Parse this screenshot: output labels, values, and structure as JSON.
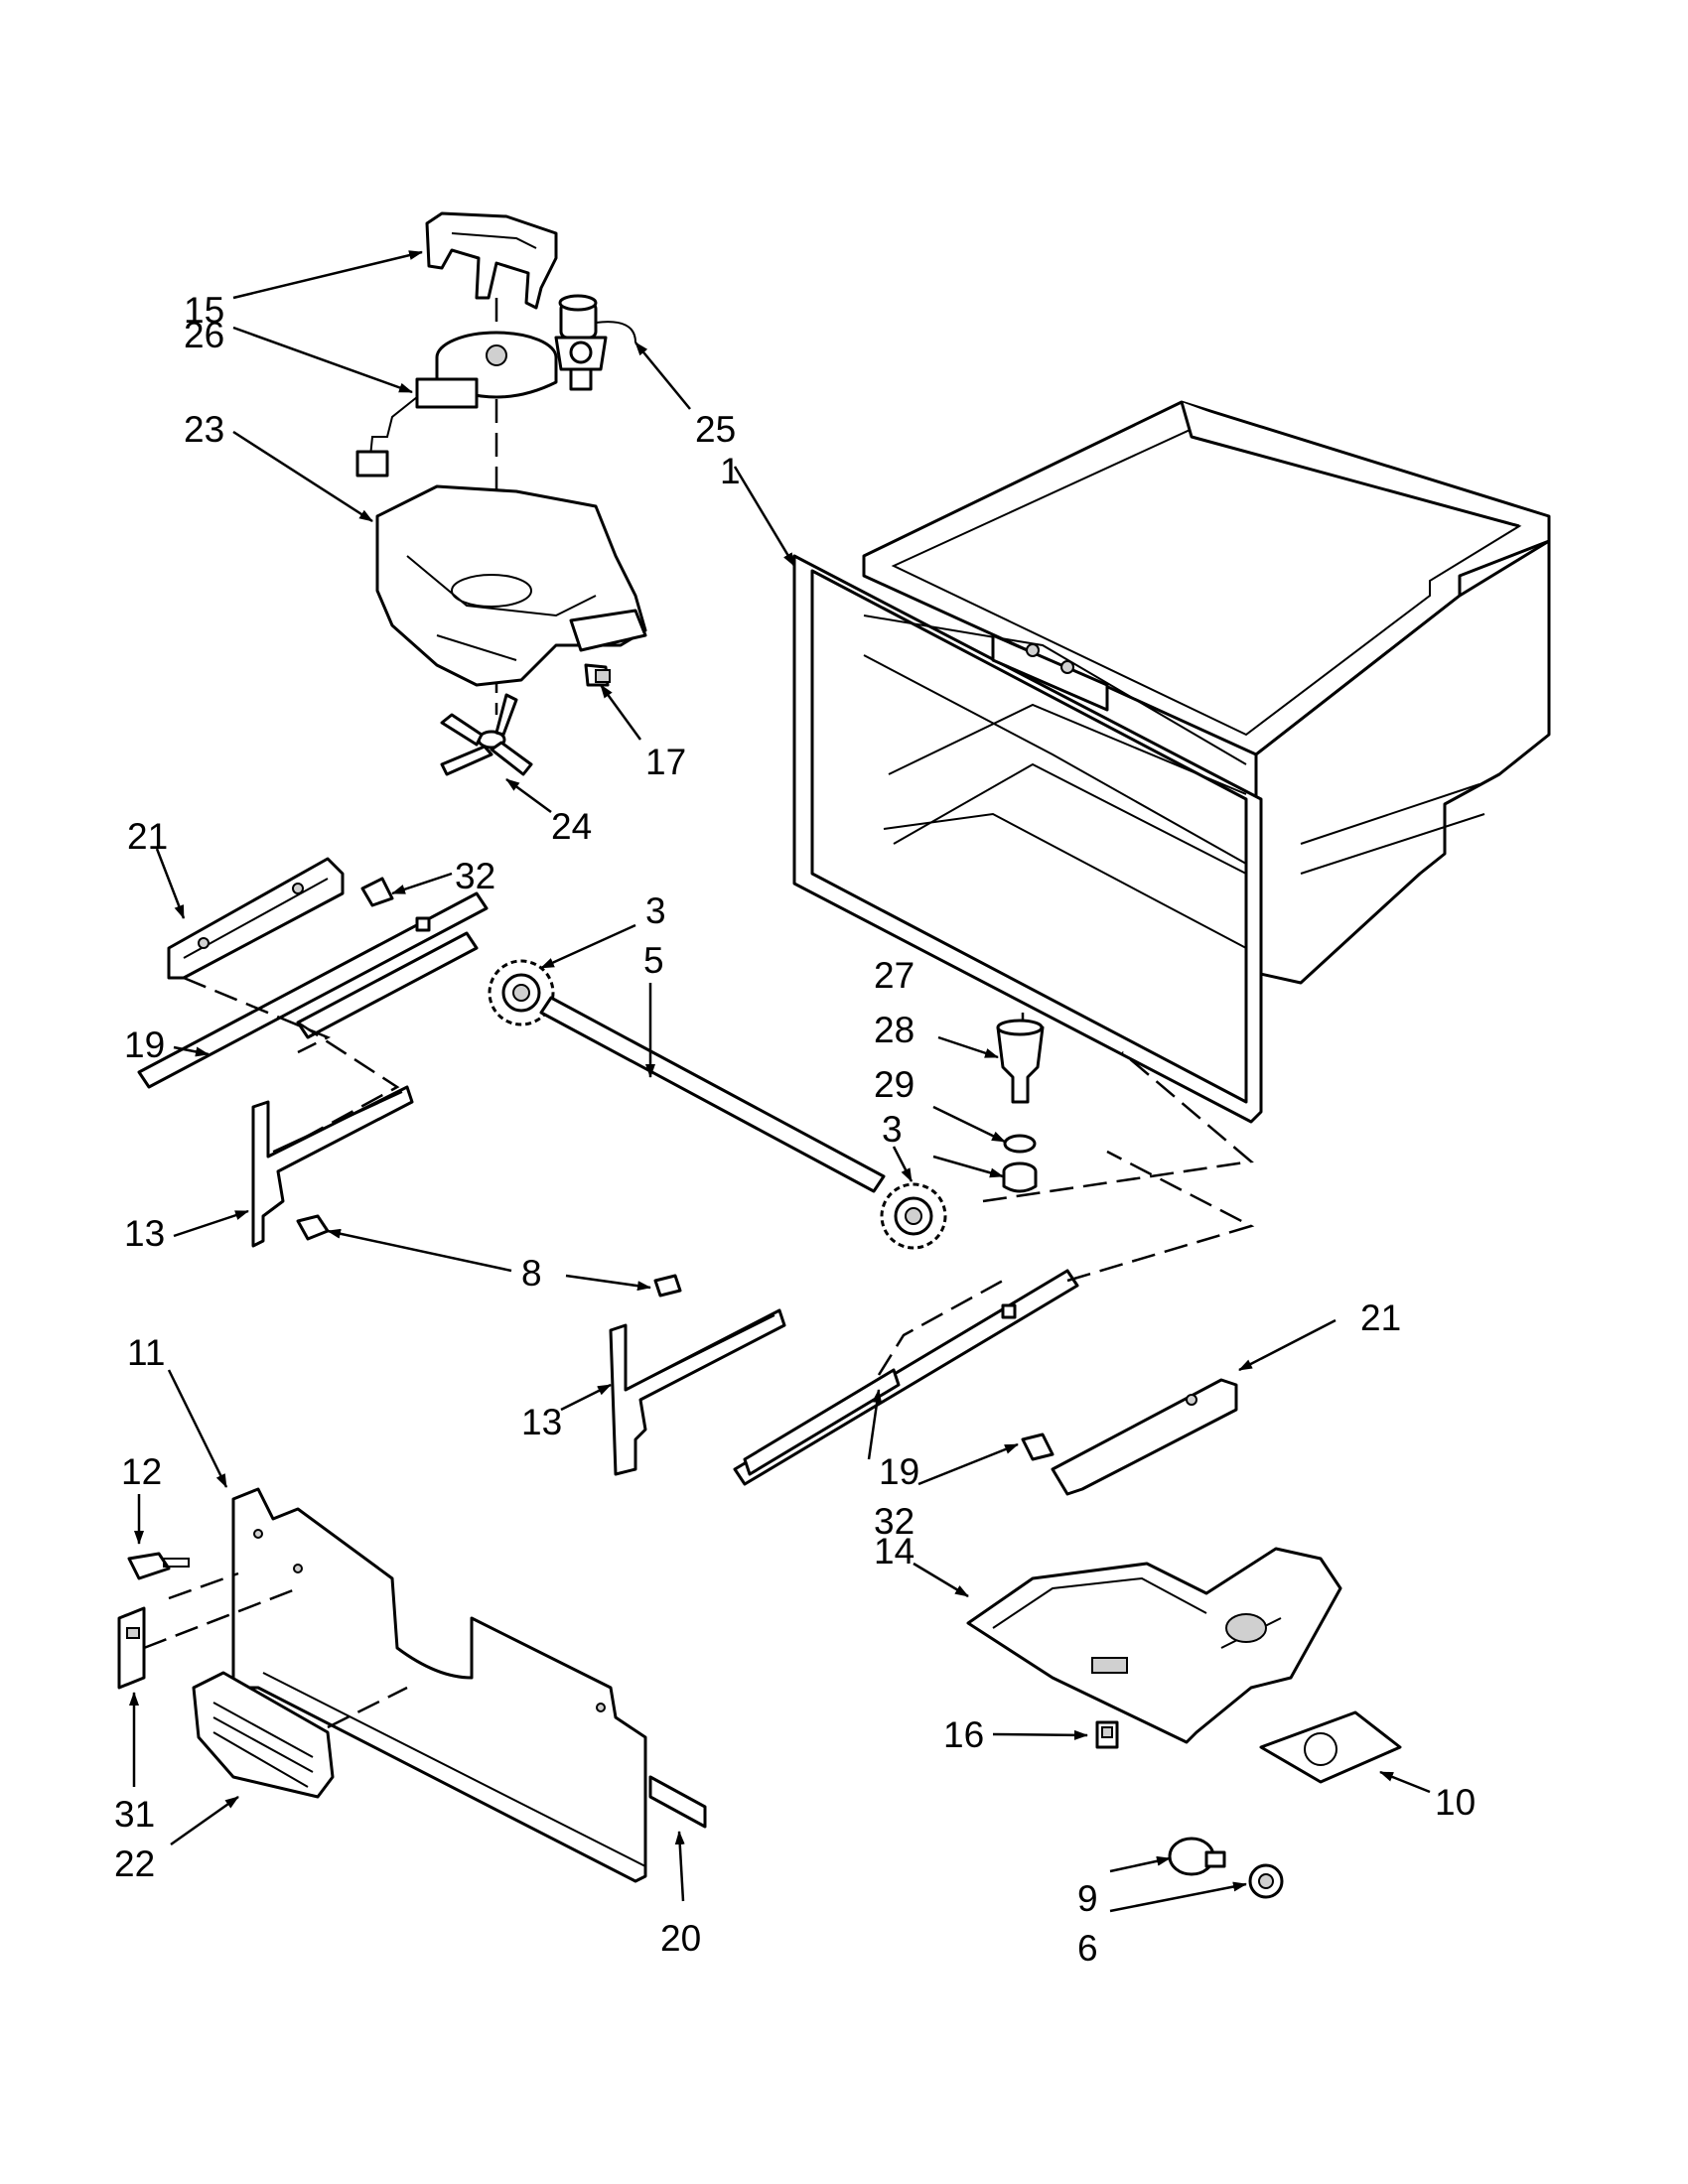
{
  "callouts": [
    {
      "id": "c15a",
      "label": "15"
    },
    {
      "id": "c26a",
      "label": "26"
    },
    {
      "id": "c23a",
      "label": "23"
    },
    {
      "id": "c25a",
      "label": "25"
    },
    {
      "id": "c1a",
      "label": "1"
    },
    {
      "id": "c17a",
      "label": "17"
    },
    {
      "id": "c24a",
      "label": "24"
    },
    {
      "id": "c21a",
      "label": "21"
    },
    {
      "id": "c32a",
      "label": "32"
    },
    {
      "id": "c3a",
      "label": "3"
    },
    {
      "id": "c5a",
      "label": "5"
    },
    {
      "id": "c19a",
      "label": "19"
    },
    {
      "id": "c27a",
      "label": "27"
    },
    {
      "id": "c28a",
      "label": "28"
    },
    {
      "id": "c29a",
      "label": "29"
    },
    {
      "id": "c3b",
      "label": "3"
    },
    {
      "id": "c13a",
      "label": "13"
    },
    {
      "id": "c8a",
      "label": "8"
    },
    {
      "id": "c21b",
      "label": "21"
    },
    {
      "id": "c11a",
      "label": "11"
    },
    {
      "id": "c13b",
      "label": "13"
    },
    {
      "id": "c12a",
      "label": "12"
    },
    {
      "id": "c19b",
      "label": "19"
    },
    {
      "id": "c32b",
      "label": "32"
    },
    {
      "id": "c14a",
      "label": "14"
    },
    {
      "id": "c16a",
      "label": "16"
    },
    {
      "id": "c10a",
      "label": "10"
    },
    {
      "id": "c31a",
      "label": "31"
    },
    {
      "id": "c22a",
      "label": "22"
    },
    {
      "id": "c20a",
      "label": "20"
    },
    {
      "id": "c9a",
      "label": "9"
    },
    {
      "id": "c6a",
      "label": "6"
    }
  ]
}
